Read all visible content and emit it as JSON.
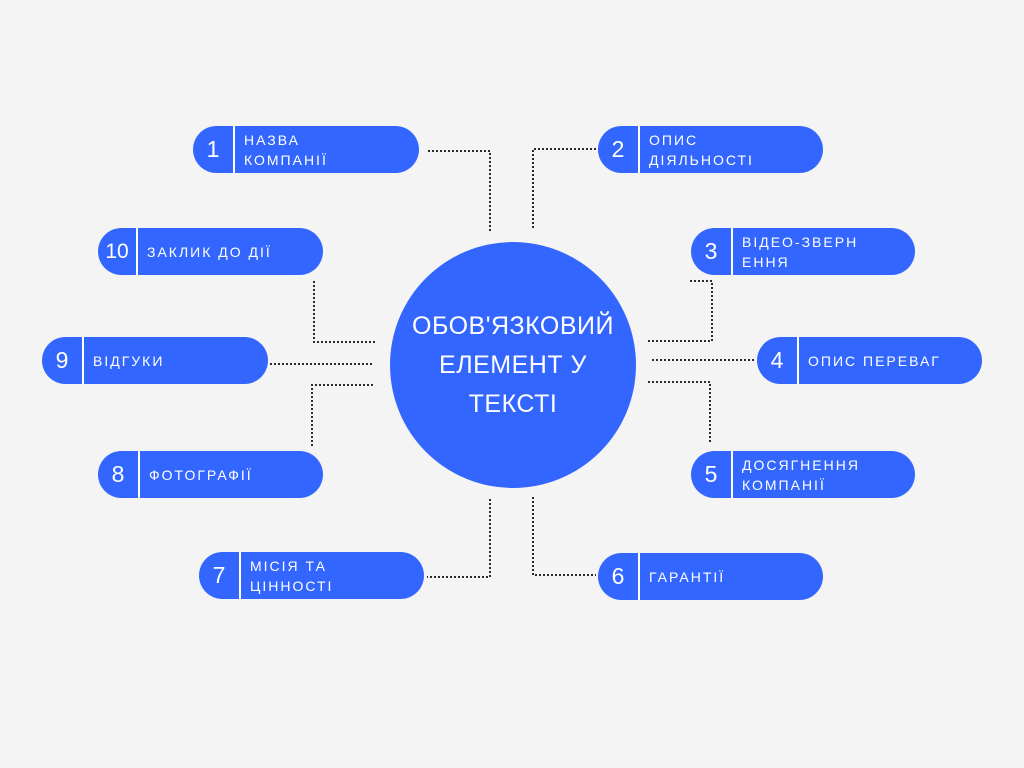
{
  "diagram": {
    "center_label": "ОБОВ'ЯЗКОВИЙ ЕЛЕМЕНТ У ТЕКСТІ",
    "accent_color": "#3366ff",
    "items": [
      {
        "number": "1",
        "label": "НАЗВА КОМПАНІЇ"
      },
      {
        "number": "2",
        "label": "ОПИС ДІЯЛЬНОСТІ"
      },
      {
        "number": "3",
        "label": "ВІДЕО-ЗВЕРНЕННЯ"
      },
      {
        "number": "4",
        "label": "ОПИС ПЕРЕВАГ"
      },
      {
        "number": "5",
        "label": "ДОСЯГНЕННЯ КОМПАНІЇ"
      },
      {
        "number": "6",
        "label": "ГАРАНТІЇ"
      },
      {
        "number": "7",
        "label": "МІСІЯ ТА ЦІННОСТІ"
      },
      {
        "number": "8",
        "label": "ФОТОГРАФІЇ"
      },
      {
        "number": "9",
        "label": "ВІДГУКИ"
      },
      {
        "number": "10",
        "label": "ЗАКЛИК ДО ДІЇ"
      }
    ]
  }
}
